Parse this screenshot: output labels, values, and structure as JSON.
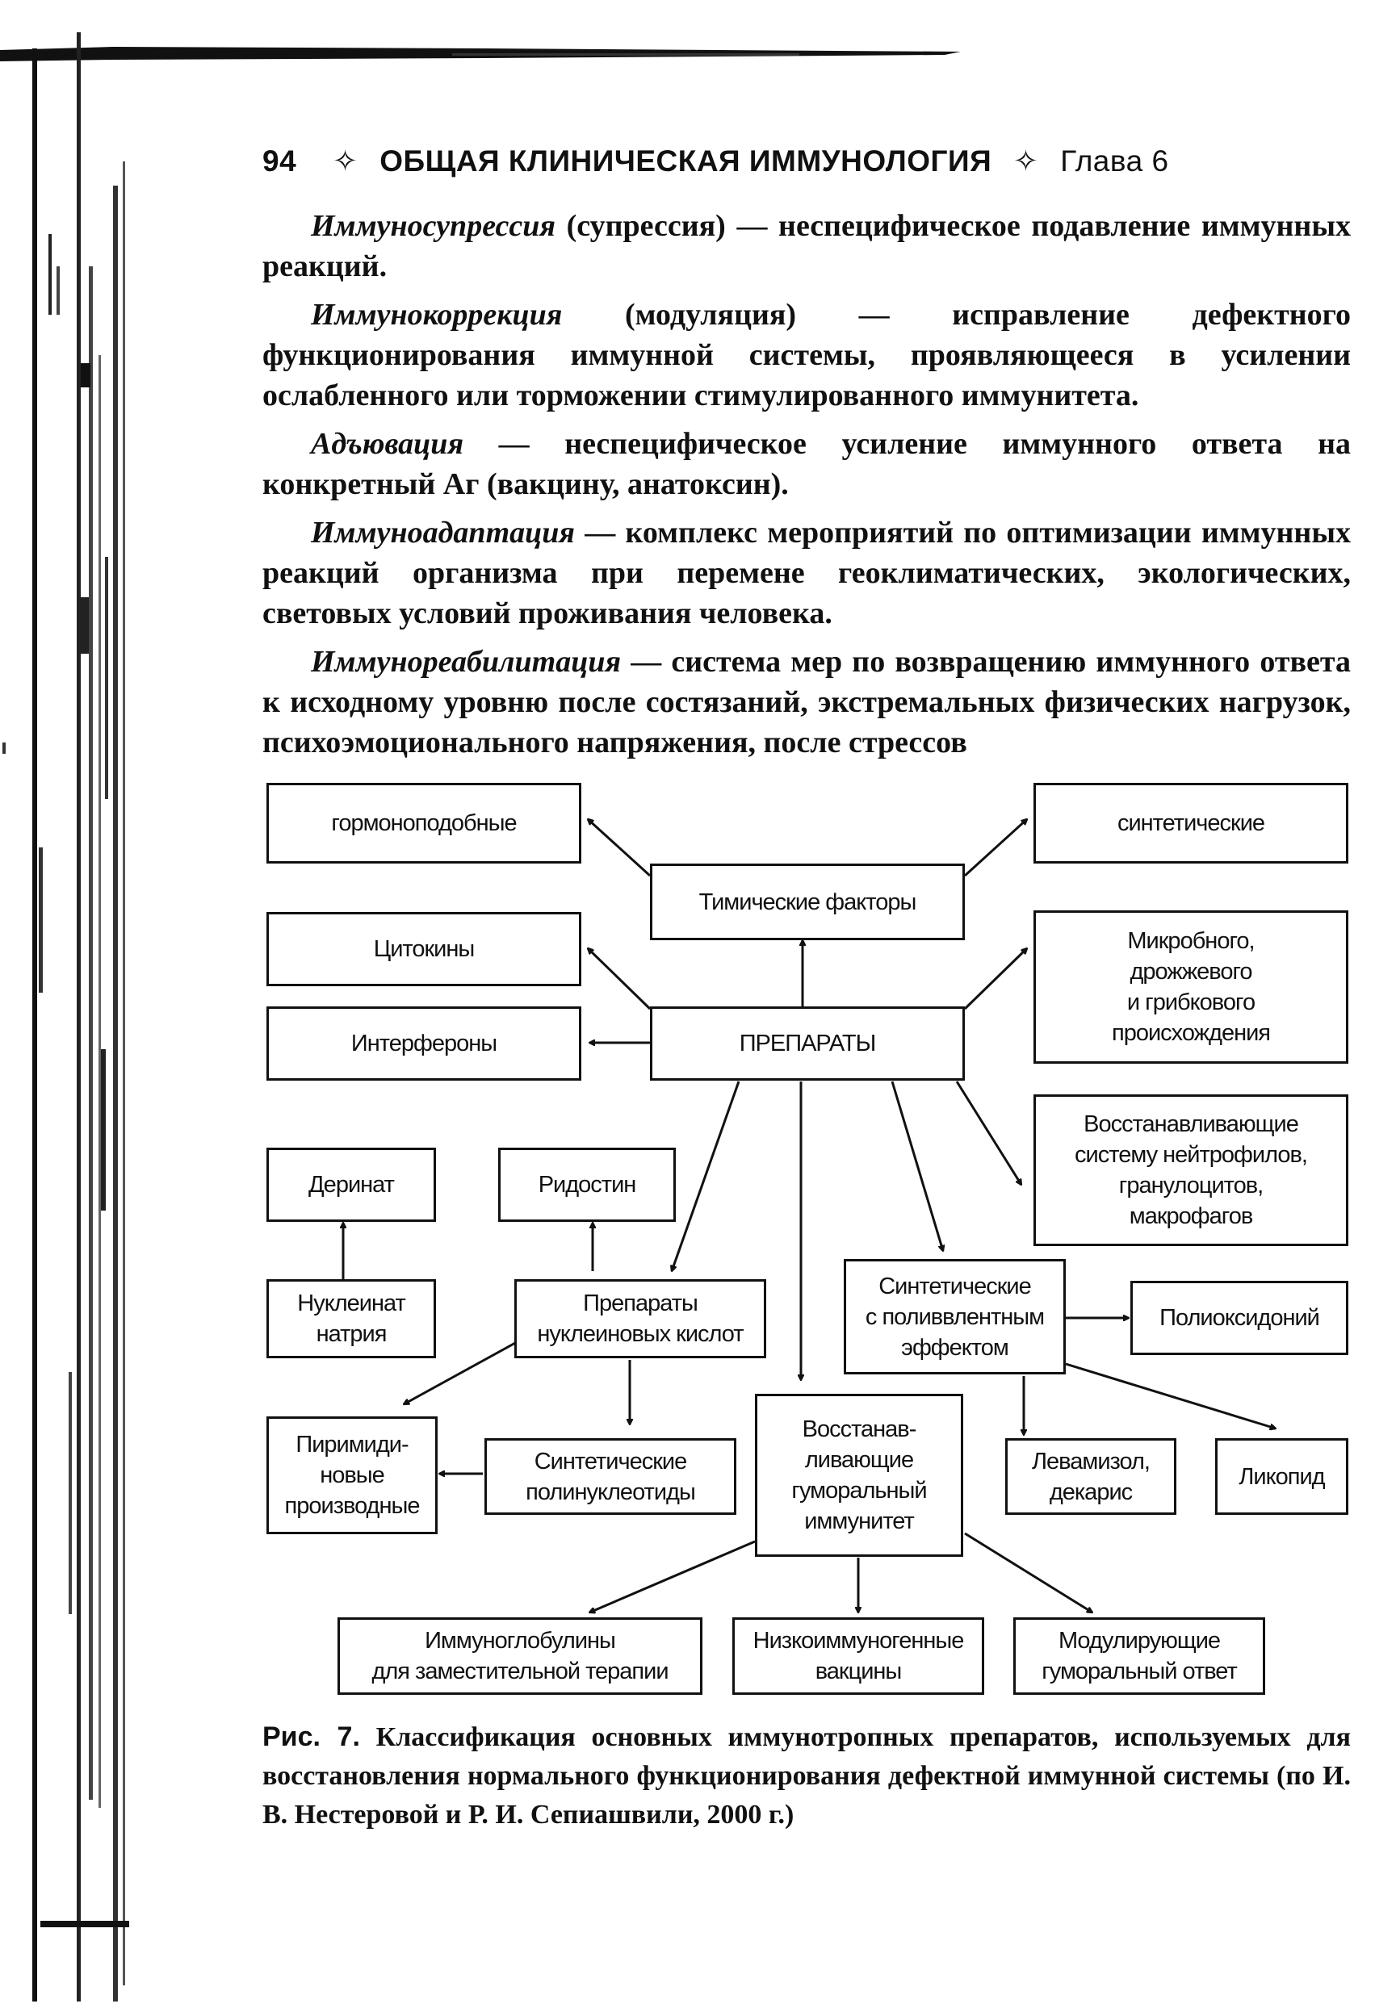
{
  "header": {
    "page_number": "94",
    "separator_glyph": "✧",
    "book_title": "ОБЩАЯ КЛИНИЧЕСКАЯ ИММУНОЛОГИЯ",
    "chapter": "Глава 6"
  },
  "paragraphs": [
    {
      "term": "Иммуносупрессия",
      "text": " (супрессия) — неспецифическое подавление иммунных реакций."
    },
    {
      "term": "Иммунокоррекция",
      "text": " (модуляция) — исправление дефектного функционирования иммунной системы, проявляющееся в усилении ослабленного или торможении стимулированного иммунитета."
    },
    {
      "term": "Адъювация",
      "text": " — неспецифическое усиление иммунного ответа на конкретный Аг (вакцину, анатоксин)."
    },
    {
      "term": "Иммуноадаптация",
      "text": " — комплекс мероприятий по оптимизации иммунных реакций организма при перемене геоклиматических, экологических, световых условий проживания человека."
    },
    {
      "term": "Иммунореабилитация",
      "text": " — система мер по возвращению иммунного ответа к исходному уровню после состязаний, экстремальных физических нагрузок, психоэмоционального напряжения, после стрессов"
    }
  ],
  "diagram": {
    "nodes": {
      "gormonopodobnye": "гормоноподобные",
      "timicheskie": "Тимические факторы",
      "sinteticheskie_top": "синтетические",
      "citokiny": "Цитокины",
      "mikrobnogo": "Микробного,\nдрожжевого\nи грибкового\nпроисхождения",
      "interferony": "Интерфероны",
      "preparaty": "ПРЕПАРАТЫ",
      "vosstanavl_neitro": "Восстанавливающие\nсистему нейтрофилов,\nгранулоцитов,\nмакрофагов",
      "derinat": "Деринат",
      "ridostin": "Ридостин",
      "nukleinat": "Нуклеинат\nнатрия",
      "prep_nuklein": "Препараты\nнуклеиновых кислот",
      "sint_polival": "Синтетические\nс поливвлентным\nэффектом",
      "polioksidonii": "Полиоксидоний",
      "pirimidin": "Пиримиди-\nновые\nпроизводные",
      "sint_polinukl": "Синтетические\nполинуклеотиды",
      "vosst_gumor": "Восстанав-\nливающие\nгуморальный\nиммунитет",
      "levamizol": "Левамизол,\nдекарис",
      "likopid": "Ликопид",
      "immunoglob": "Иммуноглобулины\nдля заместительной терапии",
      "nizkoimm": "Низкоиммуногенные\nвакцины",
      "moduliruyushie": "Модулирующие\nгуморальный ответ"
    }
  },
  "caption": {
    "label": "Рис. 7.",
    "text": " Классификация основных иммунотропных препаратов, используемых для восстановления нормального функционирования дефектной иммунной системы (по И. В. Нестеровой и Р. И. Сепиашвили, 2000 г.)"
  }
}
